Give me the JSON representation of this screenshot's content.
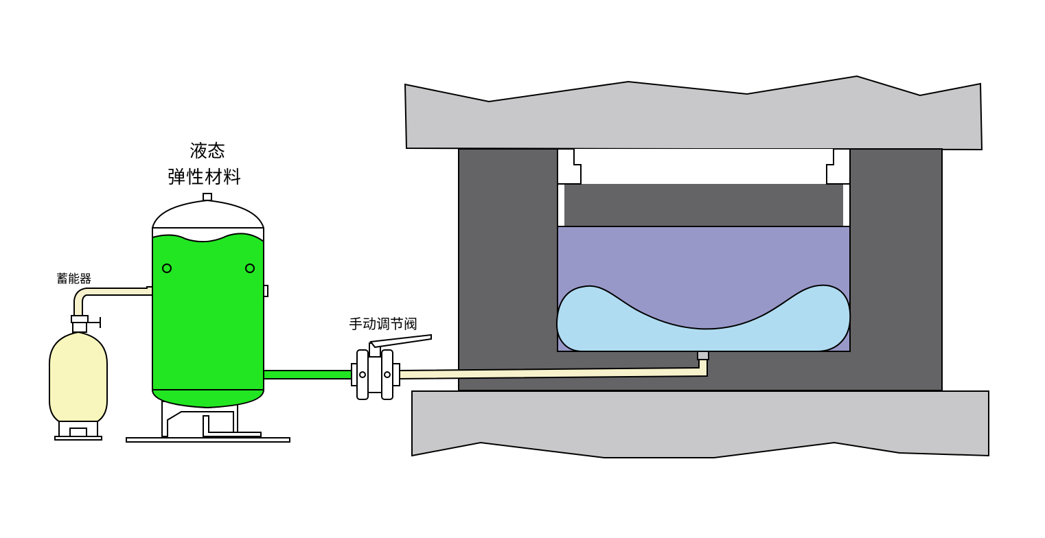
{
  "labels": {
    "tank_line1": "液态",
    "tank_line2": "弹性材料",
    "accumulator": "蓄能器",
    "valve": "手动调节阀"
  },
  "colors": {
    "platen": "#c8c8ca",
    "die_body": "#646466",
    "punch_fluid": "#9898c8",
    "workpiece_cavity": "#b0dcf2",
    "elastomer_green": "#22e622",
    "accumulator_shell": "#f8f6bc",
    "pipe_cream": "#f8f2cc"
  }
}
